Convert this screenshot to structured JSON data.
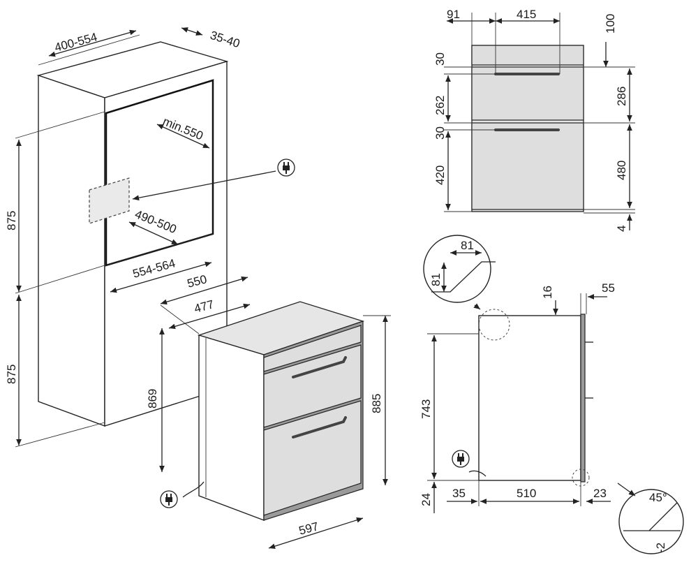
{
  "iso_view": {
    "dims": {
      "cabinet_depth": "400-554",
      "back_gap": "35-40",
      "min_depth": "min.550",
      "opening_depth": "490-500",
      "opening_width": "554-564",
      "height_upper": "875",
      "height_lower": "875",
      "oven_depth": "550",
      "oven_depth_inner": "477",
      "oven_height": "869",
      "front_height": "885",
      "front_width": "597"
    },
    "icons": [
      "power-plug-icon",
      "power-plug-icon"
    ]
  },
  "front_view": {
    "dims": {
      "left_offset": "91",
      "handle_width": "415",
      "top_gap": "100",
      "top_band": "30",
      "upper_door": "262",
      "mid_band": "30",
      "lower_door": "420",
      "upper_total": "286",
      "lower_total": "480",
      "bottom_gap": "4"
    }
  },
  "side_view": {
    "dims": {
      "detail_w": "81",
      "detail_h": "81",
      "top_offset": "16",
      "front_depth": "55",
      "body_height": "743",
      "foot_height": "24",
      "rear_gap": "35",
      "body_depth": "510",
      "front_gap": "23",
      "angle": "45°",
      "step": "-2"
    },
    "icons": [
      "power-plug-icon"
    ]
  },
  "colors": {
    "line": "#222222",
    "shade": "#e6e6e6",
    "handle": "#444444"
  }
}
